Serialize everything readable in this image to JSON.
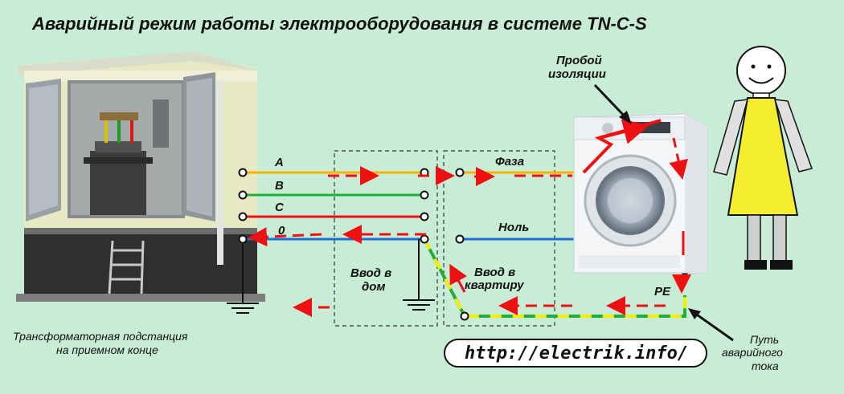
{
  "title": "Аварийный режим работы электрооборудования в системе TN-C-S",
  "wires": {
    "a": "A",
    "b": "B",
    "c": "C",
    "n": "0",
    "phase": "Фаза",
    "neutral": "Ноль",
    "pe": "PE"
  },
  "zones": {
    "house_line1": "Ввод в",
    "house_line2": "дом",
    "apt_line1": "Ввод в",
    "apt_line2": "квартиру"
  },
  "labels": {
    "breakdown_line1": "Пробой",
    "breakdown_line2": "изоляции",
    "substation_line1": "Трансформаторная подстанция",
    "substation_line2": "на приемном конце",
    "path_line1": "Путь",
    "path_line2": "аварийного",
    "path_line3": "тока"
  },
  "url": "http://electrik.info/",
  "colors": {
    "phase": "#f5b400",
    "green": "#1fae3a",
    "red": "#ee1111",
    "blue": "#1f6fd1",
    "yellow": "#f0f000",
    "arrow": "#ee1111",
    "background": "#c9ecd6"
  }
}
